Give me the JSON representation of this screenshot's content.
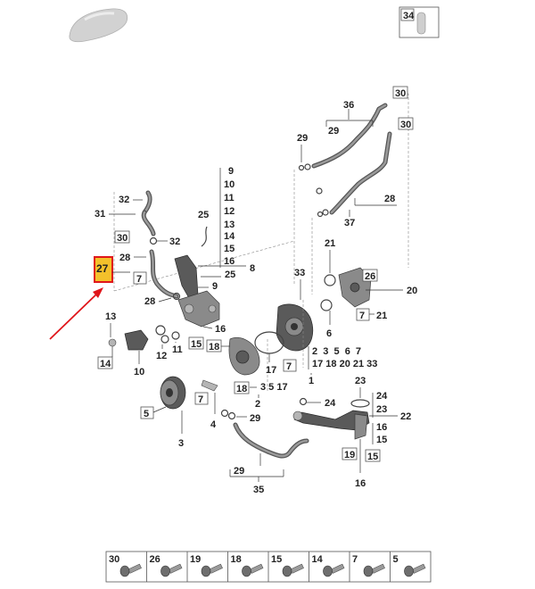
{
  "highlight": {
    "label": "27",
    "fill": "#f3c12b",
    "border": "#e0151a",
    "arrow": "#e0151a"
  },
  "labels": {
    "l9": "9",
    "l10": "10",
    "l11": "11",
    "l12": "12",
    "l13": "13",
    "l14": "14",
    "l15": "15",
    "l16": "16",
    "l8": "8",
    "l25a": "25",
    "l25b": "25",
    "l9b": "9",
    "l31": "31",
    "l32a": "32",
    "l32b": "32",
    "l28a": "28",
    "l28b": "28",
    "l13b": "13",
    "l10b": "10",
    "l12b": "12",
    "l11b": "11",
    "l16b": "16",
    "l36": "36",
    "l29a": "29",
    "l29b": "29",
    "l28c": "28",
    "l37": "37",
    "l33": "33",
    "l21a": "21",
    "l21b": "21",
    "l20": "20",
    "l6": "6",
    "l17a": "17",
    "l1": "1",
    "l24a": "24",
    "l23a": "23",
    "l22": "22",
    "l24b": "24",
    "l23b": "23",
    "l16c": "16",
    "l15c": "15",
    "l16d": "16",
    "l2": "2",
    "l3": "3",
    "l4": "4",
    "l29c": "29",
    "l29d": "29",
    "l35": "35",
    "rowA": "2  3  5  6  7",
    "rowB": "17 18 20 21 33",
    "rowC": "3 5 17"
  },
  "boxes": {
    "b34": "34",
    "b30a": "30",
    "b30b": "30",
    "b30c": "30",
    "b7a": "7",
    "b26": "26",
    "b7b": "7",
    "b15a": "15",
    "b18a": "18",
    "b14": "14",
    "b7c": "7",
    "b18b": "18",
    "b7d": "7",
    "b5": "5",
    "b19": "19",
    "b15b": "15"
  },
  "bottom_parts": [
    "30",
    "26",
    "19",
    "18",
    "15",
    "14",
    "7",
    "5"
  ]
}
